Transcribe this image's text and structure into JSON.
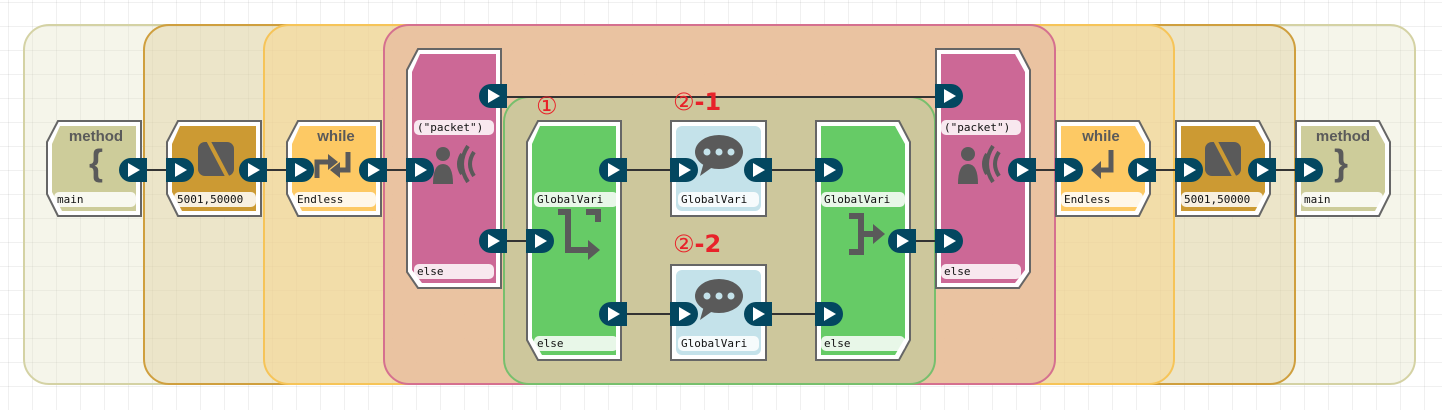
{
  "diagram": {
    "type": "visual-program-flow",
    "colors": {
      "method": "#cdcc9a",
      "loop": "#cc9a33",
      "while": "#fdc964",
      "receive": "#cc6896",
      "branch": "#66cb66",
      "message": "#c4e2ea",
      "port": "#034760",
      "annotation": "#e8222a"
    },
    "blocks": {
      "method_start": {
        "title": "method",
        "glyph": "{",
        "label": "main",
        "icon": "open-brace-icon"
      },
      "loop_start": {
        "title": "",
        "label": "5001,50000",
        "icon": "loop-slash-icon"
      },
      "while_start": {
        "title": "while",
        "label": "Endless",
        "icon": "loop-arrows-icon"
      },
      "receive_start": {
        "label_top": "(\"packet\")",
        "label_bottom": "else",
        "icon": "person-signal-icon"
      },
      "branch_start": {
        "label_mid": "GlobalVari",
        "label_bottom": "else",
        "icon": "branch-split-icon"
      },
      "message_1": {
        "label": "GlobalVari",
        "icon": "chat-bubble-icon"
      },
      "message_2": {
        "label": "GlobalVari",
        "icon": "chat-bubble-icon"
      },
      "branch_end": {
        "label_mid": "GlobalVari",
        "label_bottom": "else",
        "icon": "branch-merge-icon"
      },
      "receive_end": {
        "label_top": "(\"packet\")",
        "label_bottom": "else",
        "icon": "person-signal-icon"
      },
      "while_end": {
        "title": "while",
        "label": "Endless",
        "icon": "return-arrow-icon"
      },
      "loop_end": {
        "title": "",
        "label": "5001,50000",
        "icon": "loop-slash-icon"
      },
      "method_end": {
        "title": "method",
        "glyph": "}",
        "label": "main",
        "icon": "close-brace-icon"
      }
    },
    "annotations": {
      "a1": {
        "circle": "①",
        "suffix": ""
      },
      "a2_1": {
        "circle": "②",
        "suffix": "-1"
      },
      "a2_2": {
        "circle": "②",
        "suffix": "-2"
      }
    }
  }
}
